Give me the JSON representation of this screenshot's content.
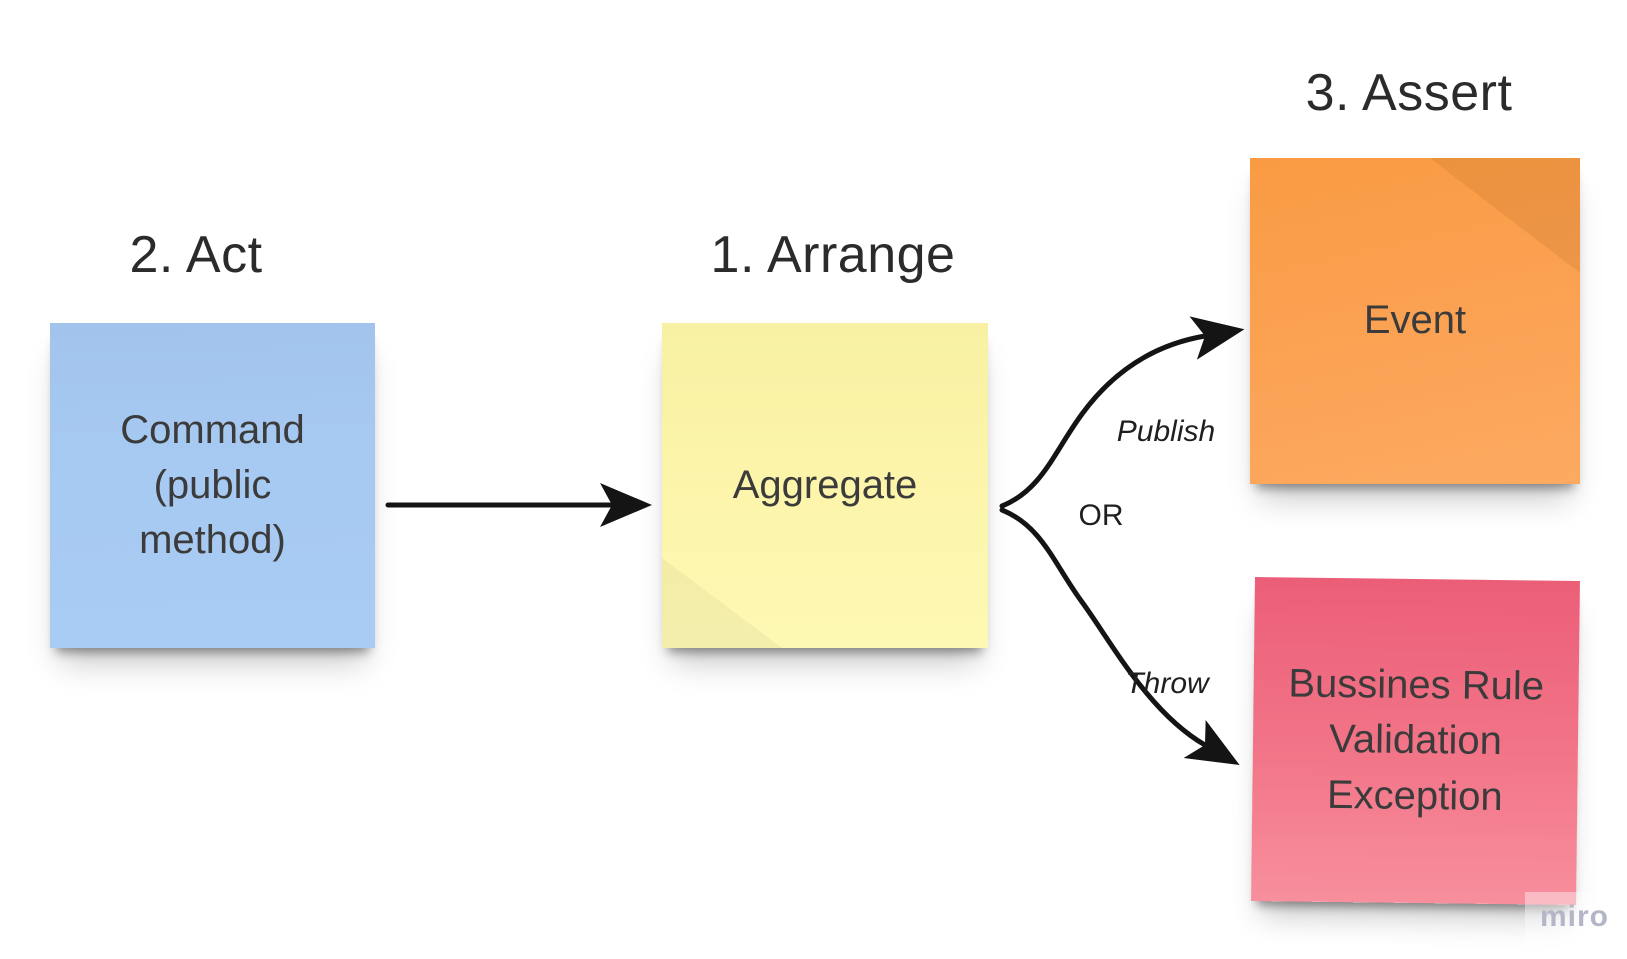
{
  "board": {
    "background": "#ffffff",
    "watermark": {
      "label": "miro",
      "text_color": "#b3b6c7"
    }
  },
  "headings": {
    "act": "2. Act",
    "arrange": "1. Arrange",
    "assert": "3. Assert"
  },
  "notes": {
    "command": {
      "text": "Command\n(public\nmethod)",
      "color": "#a6c9f1"
    },
    "aggregate": {
      "text": "Aggregate",
      "color": "#fbf4aa"
    },
    "event": {
      "text": "Event",
      "color": "#fba254"
    },
    "exception": {
      "text": "Bussines Rule\nValidation\nException",
      "color": "#f27588"
    }
  },
  "connectors": {
    "color": "#141414",
    "command_to_aggregate": {
      "type": "straight-arrow"
    },
    "aggregate_to_event": {
      "type": "curved-arrow",
      "label": "Publish"
    },
    "aggregate_to_exception": {
      "type": "curved-arrow",
      "label": "Throw"
    },
    "or_label": "OR"
  }
}
